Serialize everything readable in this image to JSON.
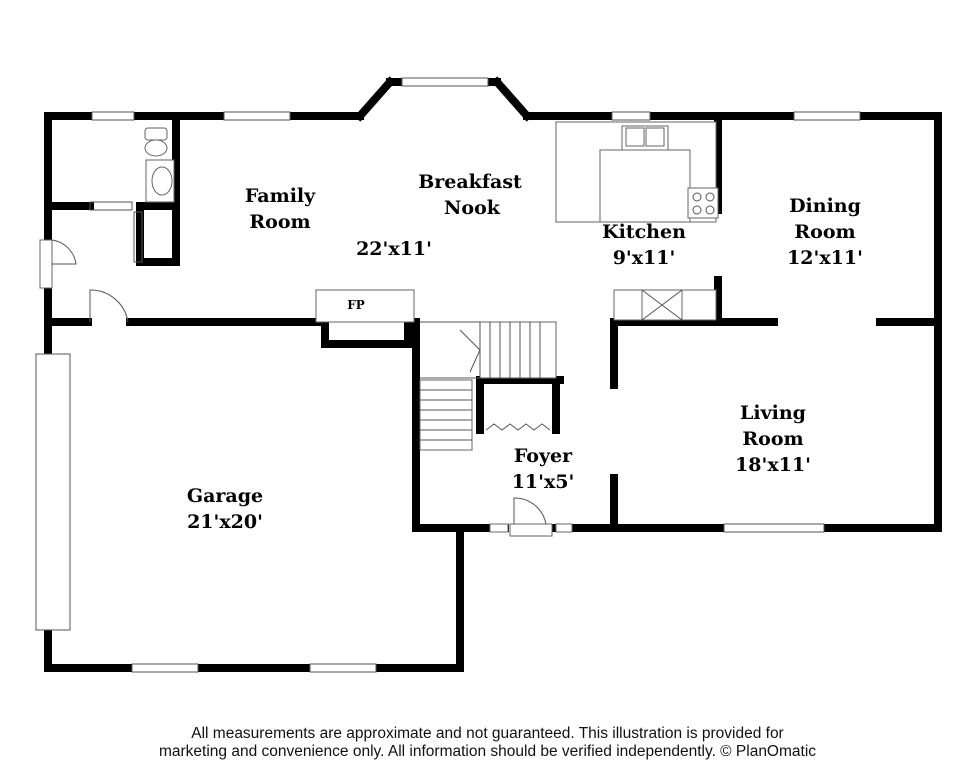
{
  "rooms": {
    "family_room": {
      "name_line1": "Family",
      "name_line2": "Room"
    },
    "breakfast_nook": {
      "name_line1": "Breakfast",
      "name_line2": "Nook",
      "dims": "22'x11'"
    },
    "kitchen": {
      "name": "Kitchen",
      "dims": "9'x11'"
    },
    "dining_room": {
      "name_line1": "Dining",
      "name_line2": "Room",
      "dims": "12'x11'"
    },
    "living_room": {
      "name_line1": "Living",
      "name_line2": "Room",
      "dims": "18'x11'"
    },
    "foyer": {
      "name": "Foyer",
      "dims": "11'x5'"
    },
    "garage": {
      "name": "Garage",
      "dims": "21'x20'"
    }
  },
  "fireplace": {
    "label": "FP"
  },
  "disclaimer": {
    "line1": "All measurements are approximate and not guaranteed. This illustration is provided for",
    "line2": "marketing and convenience only. All information should be verified independently. © PlanOmatic"
  },
  "colors": {
    "walls": "#000000",
    "background": "#ffffff",
    "fixtures": "#666666"
  }
}
